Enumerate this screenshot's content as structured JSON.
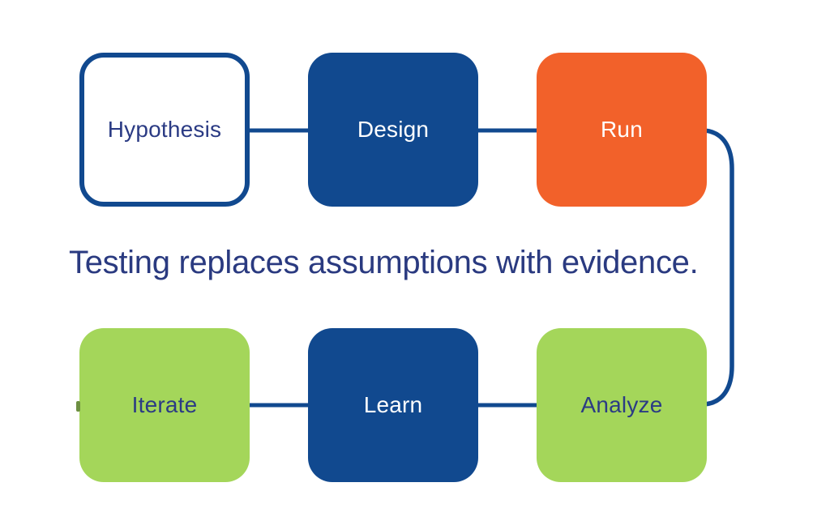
{
  "diagram": {
    "caption": "Testing replaces assumptions with evidence.",
    "nodes": [
      {
        "id": "hypothesis",
        "label": "Hypothesis",
        "variant": "outline"
      },
      {
        "id": "design",
        "label": "Design",
        "variant": "blue"
      },
      {
        "id": "run",
        "label": "Run",
        "variant": "orange"
      },
      {
        "id": "iterate",
        "label": "Iterate",
        "variant": "green"
      },
      {
        "id": "learn",
        "label": "Learn",
        "variant": "blue"
      },
      {
        "id": "analyze",
        "label": "Analyze",
        "variant": "green"
      }
    ],
    "edges": [
      {
        "from": "hypothesis",
        "to": "design"
      },
      {
        "from": "design",
        "to": "run"
      },
      {
        "from": "run",
        "to": "analyze"
      },
      {
        "from": "analyze",
        "to": "learn"
      },
      {
        "from": "learn",
        "to": "iterate"
      }
    ],
    "colors": {
      "blue": "#11498F",
      "orange": "#F2612A",
      "green": "#A4D65A",
      "navy_text": "#2B3B84",
      "caption_text": "#2A3A80",
      "background": "#FFFFFF"
    }
  }
}
